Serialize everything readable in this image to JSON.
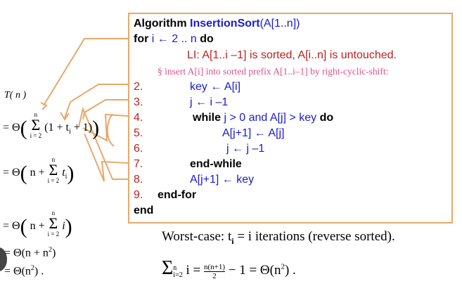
{
  "algorithm": {
    "title_keyword": "Algorithm",
    "title_name": "InsertionSort",
    "title_args": "(A[1..n])",
    "for_kw": "for",
    "for_range": "i ← 2 .. n",
    "do_kw": "do",
    "li_text": "LI:  A[1..i –1] is sorted, A[i..n] is untouched.",
    "comment": "§ insert A[i] into sorted prefix A[1..i–1] by right-cyclic-shift:",
    "lines": [
      {
        "num": "2.",
        "text": "key ← A[i]"
      },
      {
        "num": "3.",
        "text": "j ← i –1"
      },
      {
        "num": "4.",
        "kw1": "while",
        "cond": "j > 0  and A[j] > key",
        "kw2": "do"
      },
      {
        "num": "5.",
        "text": "A[j+1] ← A[j]"
      },
      {
        "num": "6.",
        "text": "j ← j –1"
      },
      {
        "num": "7.",
        "kw": "end-while"
      },
      {
        "num": "8.",
        "text": "A[j+1] ← key"
      },
      {
        "num": "9.",
        "kw": "end-for"
      }
    ],
    "end_kw": "end"
  },
  "analysis": {
    "tn": "T( n )",
    "eq1_prefix": "= Θ",
    "eq1_body": "(1 + t",
    "eq1_sub": "i",
    "eq1_tail": " + 1)",
    "eq2_prefix": "= Θ",
    "eq2_body": "n + ",
    "eq2_t": "t",
    "eq2_sub": "i",
    "eq3_prefix": "= Θ",
    "eq3_body": "n + ",
    "eq3_i": "i",
    "eq4": "= Θ(n + n",
    "eq4_sup": "2",
    "eq4_tail": ")",
    "eq5": "= Θ(n",
    "eq5_sup": "2",
    "eq5_tail": ") .",
    "sum_top": "n",
    "sum_bottom": "i = 2"
  },
  "worst_case": {
    "line1_a": "Worst-case:  t",
    "line1_sub": "i",
    "line1_b": " = i  iterations  (reverse sorted).",
    "line2_top": "n",
    "line2_bot": "i=2",
    "line2_a": "i  =  ",
    "frac_num": "n(n+1)",
    "frac_den": "2",
    "line2_b": "  − 1  =  Θ(n",
    "line2_sup": "2",
    "line2_c": ") ."
  },
  "colors": {
    "box_border": "#e8a86a",
    "keyword_blue": "#1a1ad4",
    "line_red": "#c01e1e",
    "comment_pink": "#e0508a"
  }
}
